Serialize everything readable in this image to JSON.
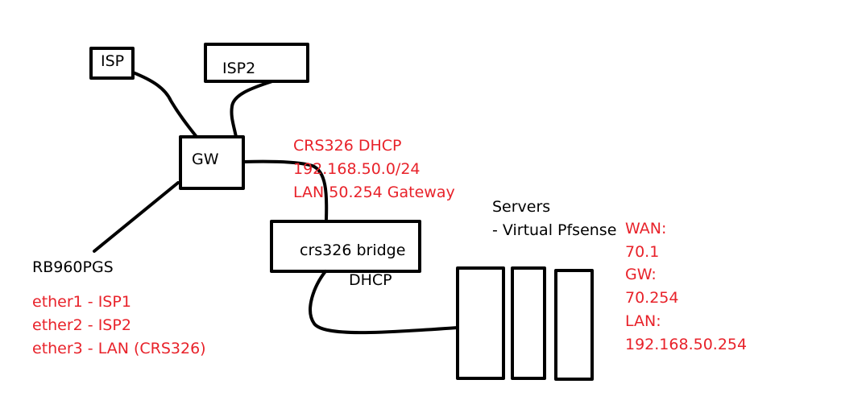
{
  "nodes": {
    "isp": "ISP",
    "isp2": "ISP2",
    "gw": "GW",
    "bridge": "crs326 bridge"
  },
  "dhcp_label": "DHCP",
  "crs_dhcp_notes": [
    "CRS326 DHCP",
    "192.168.50.0/24",
    "LAN 50.254 Gateway"
  ],
  "router": {
    "name": "RB960PGS",
    "ports": [
      "ether1 - ISP1",
      "ether2 - ISP2",
      "ether3 - LAN (CRS326)"
    ]
  },
  "servers": {
    "title": "Servers",
    "item": "- Virtual Pfsense"
  },
  "pfsense_config": [
    "WAN:",
    "70.1",
    "GW:",
    "70.254",
    "LAN:",
    "192.168.50.254"
  ],
  "colors": {
    "annotation": "#e8222a",
    "stroke": "#000000"
  }
}
